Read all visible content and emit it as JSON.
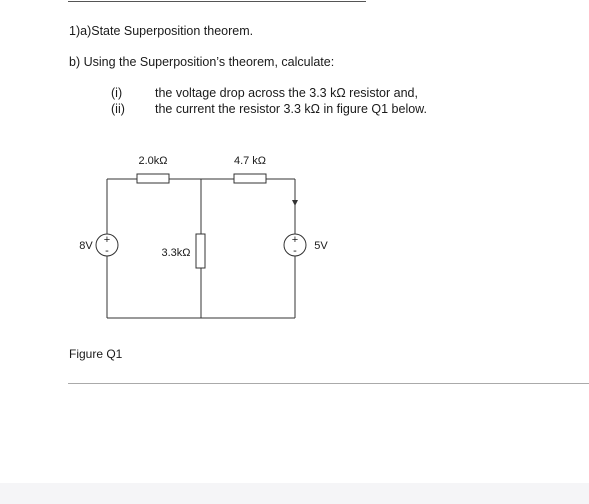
{
  "question": {
    "part_a": "1)a)State Superposition theorem.",
    "part_b": "b) Using the Superposition’s theorem, calculate:",
    "subparts": [
      {
        "num": "(i)",
        "text": "the voltage drop across the 3.3 kΩ resistor and,"
      },
      {
        "num": "(ii)",
        "text": "the current the resistor 3.3 kΩ in figure Q1 below."
      }
    ]
  },
  "circuit": {
    "r1_label": "2.0kΩ",
    "r2_label": "4.7 kΩ",
    "r3_label": "3.3kΩ",
    "v1_label": "8V",
    "v2_label": "5V",
    "plus": "+",
    "minus": "-"
  },
  "figure_caption": "Figure Q1"
}
